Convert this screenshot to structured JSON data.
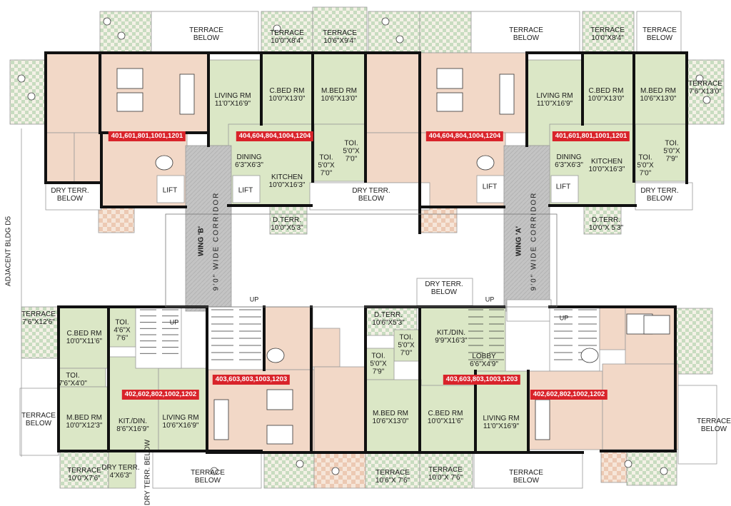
{
  "colors": {
    "living_green": "#dbe7c6",
    "bed_pink": "#f2d8c7",
    "corridor_grey": "#bebebe",
    "terrace_check": "#c8dcc0",
    "badge_red": "#d9232a",
    "wall": "#111111"
  },
  "side_label": "ADJACENT BLDG D5",
  "wings": [
    {
      "wing_label": "WING 'B'",
      "corridor_label": "9'0\" WIDE CORRIDOR"
    },
    {
      "wing_label": "WING 'A'",
      "corridor_label": "9'0\" WIDE CORRIDOR"
    }
  ],
  "units": [
    "401,601,801,1001,1201",
    "404,604,804,1004,1204",
    "404,604,804,1004,1204",
    "401,601,801,1001,1201",
    "402,602,802,1002,1202",
    "403,603,803,1003,1203",
    "403,603,803,1003,1203",
    "402,602,802,1002,1202"
  ],
  "rooms": [
    "TERRACE\nBELOW",
    "TERRACE\n10'0\"X8'4\"",
    "TERRACE\n10'6\"X9'4\"",
    "TERRACE\nBELOW",
    "TERRACE\n10'0\"X8'4\"",
    "TERRACE\nBELOW",
    "LIVING RM\n11'0\"X16'9\"",
    "C.BED RM\n10'0\"X13'0\"",
    "M.BED RM\n10'6\"X13'0\"",
    "LIVING RM\n11'0\"X16'9\"",
    "C.BED RM\n10'0\"X13'0\"",
    "M.BED RM\n10'6\"X13'0\"",
    "TERRACE\n7'6\"X13'0\"",
    "DINING\n6'3\"X6'3\"",
    "TOI.\n5'0\"X\n7'0\"",
    "TOI.\n5'0\"X\n7'0\"",
    "KITCHEN\n10'0\"X16'3\"",
    "DINING\n6'3\"X6'3\"",
    "KITCHEN\n10'0\"X16'3\"",
    "TOI.\n5'0\"X\n7'9\"",
    "TOI.\n5'0\"X\n7'0\"",
    "DRY TERR.\nBELOW",
    "LIFT",
    "LIFT",
    "DRY TERR.\nBELOW",
    "LIFT",
    "LIFT",
    "DRY TERR.\nBELOW",
    "D.TERR.\n10'0\"X5'3\"",
    "D.TERR.\n10'0\"X 5'3\"",
    "DRY TERR.\nBELOW",
    "TERRACE\n7'6\"X12'6\"",
    "C.BED RM\n10'0\"X11'6\"",
    "TOI.\n4'6\"X\n7'6\"",
    "D.TERR.\n10'6\"X5'3\"",
    "TOI.\n5'0\"X\n7'0\"",
    "TOI.\n5'0\"X\n7'9\"",
    "KIT./DIN.\n9'9\"X16'3\"",
    "LOBBY\n6'6\"X4'9\"",
    "TOI.\n7'6\"X4'0\"",
    "TERRACE\nBELOW",
    "M.BED RM\n10'0\"X12'3\"",
    "KIT./DIN.\n8'6\"X16'9\"",
    "LIVING RM\n10'6\"X16'9\"",
    "M.BED RM\n10'6\"X13'0\"",
    "C.BED RM\n10'0\"X11'6\"",
    "LIVING RM\n11'0\"X16'9\"",
    "TERRACE\nBELOW",
    "TERRACE\n10'0\"X7'6\"",
    "DRY TERR.\n4'X6'3\"",
    "TERRACE\nBELOW",
    "TERRACE\n10'6\"X 7'6\"",
    "TERRACE\n10'0\"X 7'6\"",
    "TERRACE\nBELOW"
  ],
  "vertical_labels": [
    "DRY TERR.\nBELOW"
  ],
  "up_label": "UP"
}
